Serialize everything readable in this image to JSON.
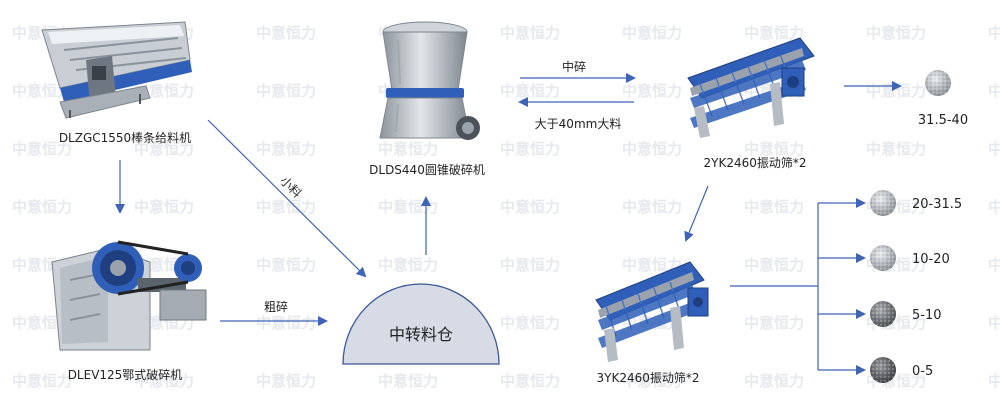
{
  "watermark": "中意恒力",
  "colors": {
    "arrow": "#3f63b5",
    "machine_blue": "#2f5fb8",
    "steel": "#9aa3ad",
    "bin_fill": "#d7dbe6",
    "bin_stroke": "#3b5796"
  },
  "machines": {
    "feeder": {
      "label": "DLZGC1550棒条给料机",
      "icon": "vibrating-feeder-icon"
    },
    "jaw": {
      "label": "DLEV125鄂式破碎机",
      "icon": "jaw-crusher-icon"
    },
    "cone": {
      "label": "DLDS440圆锥破碎机",
      "icon": "cone-crusher-icon"
    },
    "screen1": {
      "label": "2YK2460振动筛*2",
      "icon": "vibrating-screen-icon"
    },
    "screen2": {
      "label": "3YK2460振动筛*2",
      "icon": "vibrating-screen-icon"
    },
    "bin": {
      "label": "中转料仓"
    }
  },
  "flows": {
    "small": "小料",
    "coarse": "粗碎",
    "medium": "中碎",
    "return": "大于40mm大料"
  },
  "products": [
    "31.5-40",
    "20-31.5",
    "10-20",
    "5-10",
    "0-5"
  ]
}
